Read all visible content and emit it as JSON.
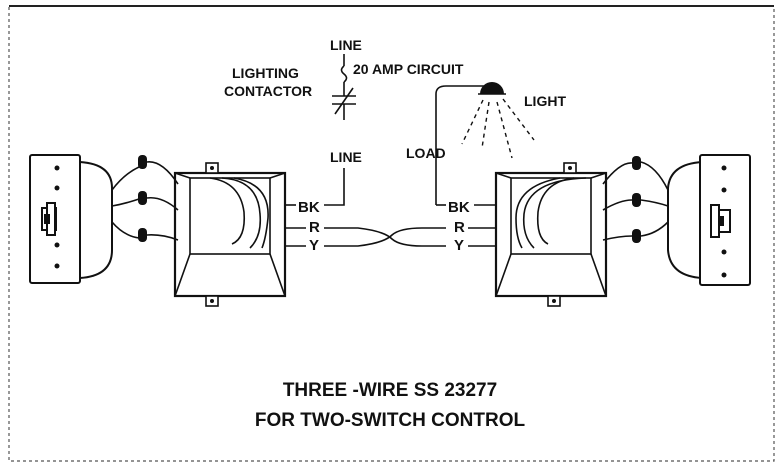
{
  "labels": {
    "line_top": "LINE",
    "line_bottom": "LINE",
    "lighting_contactor_1": "LIGHTING",
    "lighting_contactor_2": "CONTACTOR",
    "amp_circuit": "20 AMP CIRCUIT",
    "light": "LIGHT",
    "load": "LOAD"
  },
  "wires_left": {
    "bk": "BK",
    "r": "R",
    "y": "Y"
  },
  "wires_right": {
    "bk": "BK",
    "r": "R",
    "y": "Y"
  },
  "caption": {
    "line1": "THREE -WIRE SS 23277",
    "line2": "FOR TWO-SWITCH CONTROL"
  }
}
